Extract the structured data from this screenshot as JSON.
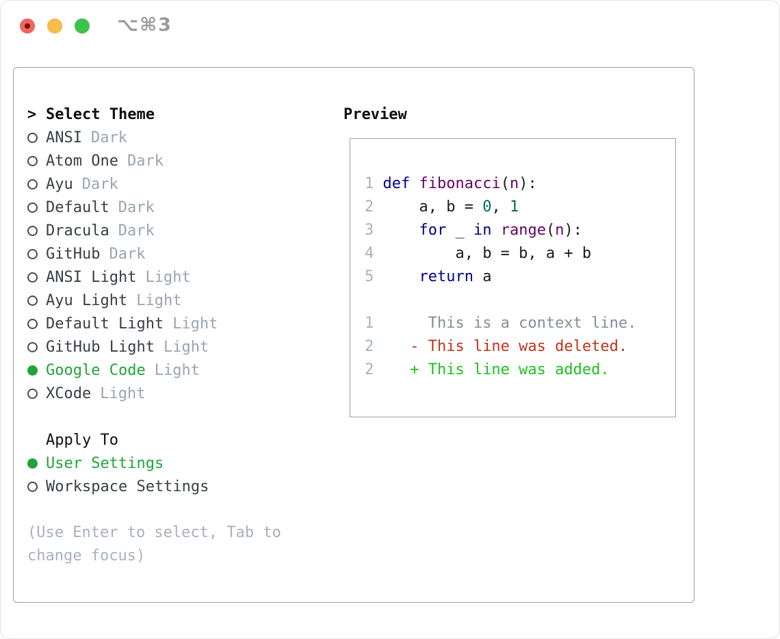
{
  "window": {
    "shortcut_label": "⌥⌘3",
    "traffic_lights": [
      {
        "name": "close",
        "color": "#f2655c",
        "has_dot": true,
        "dot_color": "#6b150c"
      },
      {
        "name": "minimize",
        "color": "#f7bd4a",
        "has_dot": false
      },
      {
        "name": "zoom",
        "color": "#3ec24e",
        "has_dot": false
      }
    ]
  },
  "theme_picker": {
    "prompt": ">",
    "title": "Select Theme",
    "themes": [
      {
        "name": "ANSI",
        "variant": "Dark",
        "selected": false
      },
      {
        "name": "Atom One",
        "variant": "Dark",
        "selected": false
      },
      {
        "name": "Ayu",
        "variant": "Dark",
        "selected": false
      },
      {
        "name": "Default",
        "variant": "Dark",
        "selected": false
      },
      {
        "name": "Dracula",
        "variant": "Dark",
        "selected": false
      },
      {
        "name": "GitHub",
        "variant": "Dark",
        "selected": false
      },
      {
        "name": "ANSI Light",
        "variant": "Light",
        "selected": false
      },
      {
        "name": "Ayu Light",
        "variant": "Light",
        "selected": false
      },
      {
        "name": "Default Light",
        "variant": "Light",
        "selected": false
      },
      {
        "name": "GitHub Light",
        "variant": "Light",
        "selected": false
      },
      {
        "name": "Google Code",
        "variant": "Light",
        "selected": true
      },
      {
        "name": "XCode",
        "variant": "Light",
        "selected": false
      }
    ],
    "apply_to": {
      "title": "Apply To",
      "options": [
        {
          "name": "User Settings",
          "selected": true
        },
        {
          "name": "Workspace Settings",
          "selected": false
        }
      ]
    },
    "hint_line1": "(Use Enter to select, Tab to",
    "hint_line2": "change focus)"
  },
  "preview": {
    "title": "Preview",
    "lines": [
      {
        "type": "code",
        "tokens": [
          [
            "lnum",
            "1 "
          ],
          [
            "kw",
            "def"
          ],
          [
            "pln",
            " "
          ],
          [
            "fn",
            "fibonacci"
          ],
          [
            "pln",
            "("
          ],
          [
            "fn",
            "n"
          ],
          [
            "pln",
            "):"
          ]
        ]
      },
      {
        "type": "code",
        "tokens": [
          [
            "lnum",
            "2 "
          ],
          [
            "pln",
            "    a, b = "
          ],
          [
            "lit",
            "0"
          ],
          [
            "pln",
            ", "
          ],
          [
            "lit",
            "1"
          ]
        ]
      },
      {
        "type": "code",
        "tokens": [
          [
            "lnum",
            "3 "
          ],
          [
            "pln",
            "    "
          ],
          [
            "kw",
            "for"
          ],
          [
            "pln",
            " _ "
          ],
          [
            "kw",
            "in"
          ],
          [
            "pln",
            " "
          ],
          [
            "fn",
            "range"
          ],
          [
            "pln",
            "("
          ],
          [
            "fn",
            "n"
          ],
          [
            "pln",
            "):"
          ]
        ]
      },
      {
        "type": "code",
        "tokens": [
          [
            "lnum",
            "4 "
          ],
          [
            "pln",
            "        a, b = b, a + b"
          ]
        ]
      },
      {
        "type": "code",
        "tokens": [
          [
            "lnum",
            "5 "
          ],
          [
            "pln",
            "    "
          ],
          [
            "kw",
            "return"
          ],
          [
            "pln",
            " a"
          ]
        ]
      },
      {
        "type": "blank",
        "tokens": []
      },
      {
        "type": "context",
        "tokens": [
          [
            "lnum",
            "1"
          ],
          [
            "ctx",
            "      This is a context line."
          ]
        ]
      },
      {
        "type": "deleted",
        "tokens": [
          [
            "lnum",
            "2"
          ],
          [
            "del",
            "    - This line was deleted."
          ]
        ]
      },
      {
        "type": "added",
        "tokens": [
          [
            "lnum",
            "2"
          ],
          [
            "add",
            "    + This line was added."
          ]
        ]
      }
    ]
  },
  "colors": {
    "selected_green": "#1fa53a",
    "name_gray": "#383e45",
    "variant_gray": "#9aa4b2",
    "hint_gray": "#a9b0bc",
    "border_gray": "#98a0ab",
    "token_colors": {
      "lnum": "#a7b1bd",
      "kw": "#000088",
      "fn": "#660066",
      "lit": "#006666",
      "pln": "#1a1a1a",
      "ctx": "#848e98",
      "del": "#c5321e",
      "add": "#1dc11e"
    }
  }
}
